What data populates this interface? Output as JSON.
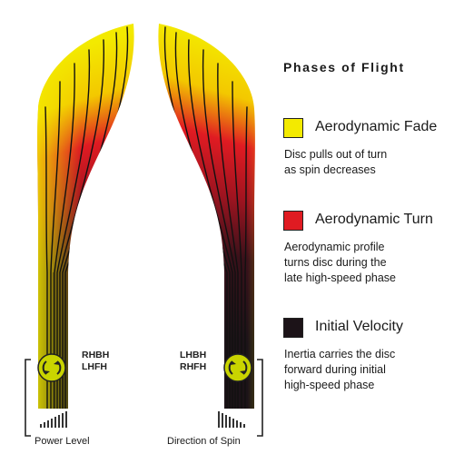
{
  "legend": {
    "title": "Phases of Flight",
    "items": [
      {
        "label": "Aerodynamic Fade",
        "color": "#f3ea00",
        "desc": [
          "Disc pulls out of turn",
          "as spin decreases"
        ]
      },
      {
        "label": "Aerodynamic Turn",
        "color": "#e01b22",
        "desc": [
          "Aerodynamic profile",
          "turns disc during the",
          "late high-speed phase"
        ]
      },
      {
        "label": "Initial Velocity",
        "color": "#1c1318",
        "desc": [
          "Inertia carries the disc",
          "forward during initial",
          "high-speed phase"
        ]
      }
    ]
  },
  "left_path": {
    "throw_labels": [
      "RHBH",
      "LHFH"
    ],
    "caption": "Power Level",
    "spin_icon": "counter-clockwise-spin-icon",
    "level_icon": "ascending-bars-icon"
  },
  "right_path": {
    "throw_labels": [
      "LHBH",
      "RHFH"
    ],
    "caption": "Direction of Spin",
    "spin_icon": "clockwise-spin-icon",
    "level_icon": "descending-bars-icon"
  },
  "colors": {
    "fade": "#f3ea00",
    "turn": "#e01b22",
    "velocity": "#1c1318",
    "spin_badge": "#c9d400",
    "stroke": "#111111"
  }
}
